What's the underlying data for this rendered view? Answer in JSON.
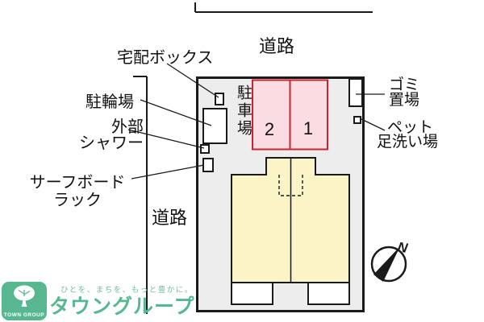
{
  "site_plan": {
    "road_top": "道路",
    "road_left": "道路",
    "parking_lot_label": "駐車場",
    "parking_spaces": [
      {
        "number": "2"
      },
      {
        "number": "1"
      }
    ],
    "callouts": {
      "delivery_box": "宅配ボックス",
      "bicycle_parking": "駐輪場",
      "outdoor_shower": [
        "外部",
        "シャワー"
      ],
      "surfboard_rack": [
        "サーフボード",
        "ラック"
      ],
      "garbage_area": [
        "ゴミ",
        "置場"
      ],
      "pet_foot_wash": [
        "ペット",
        "足洗い場"
      ]
    },
    "compass_north": "N",
    "colors": {
      "site_fill": "#ededed",
      "outline": "#1a1a1a",
      "parking_fill": "#fbdce2",
      "parking_border": "#c9252e",
      "building_fill": "#faf4c6",
      "terrace_fill": "#ffffff"
    }
  },
  "footer": {
    "badge_label": "TOWN GROUP",
    "tagline": "ひとを、まちを、もっと豊かに。",
    "company": "タウングループ",
    "brand_color": "#57b791",
    "tagline_color": "#6fc0a0"
  }
}
